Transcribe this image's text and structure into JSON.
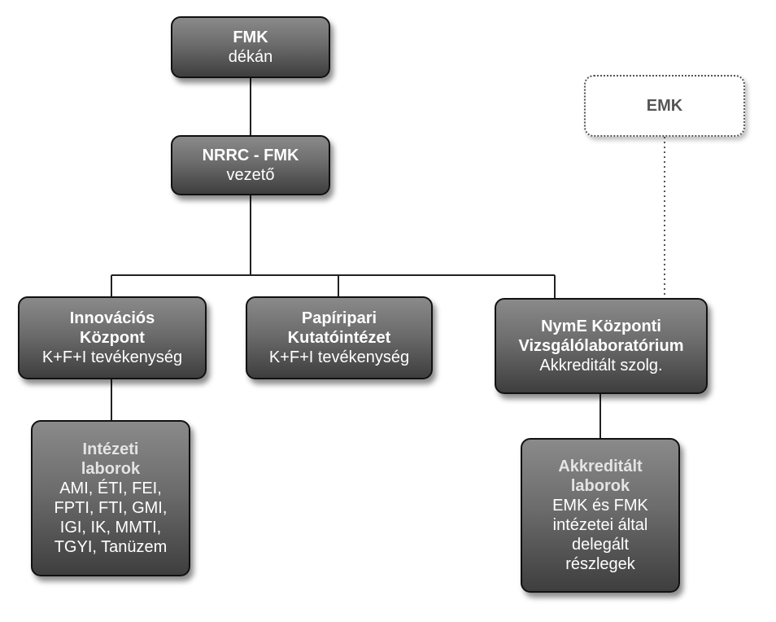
{
  "nodes": {
    "fmk": {
      "title": "FMK",
      "lines": [
        "dékán"
      ]
    },
    "nrrc": {
      "title": "NRRC - FMK",
      "lines": [
        "vezető"
      ]
    },
    "emk": {
      "title": "EMK"
    },
    "innovacios": {
      "title_lines": [
        "Innovációs",
        "Központ"
      ],
      "lines": [
        "K+F+I tevékenység"
      ]
    },
    "papiripari": {
      "title_lines": [
        "Papíripari",
        "Kutatóintézet"
      ],
      "lines": [
        "K+F+I tevékenység"
      ]
    },
    "nyme": {
      "title_lines": [
        "NymE Központi",
        "Vizsgálólaboratórium"
      ],
      "lines": [
        "Akkreditált szolg."
      ]
    },
    "intezeti": {
      "title_lines": [
        "Intézeti",
        "laborok"
      ],
      "lines": [
        "AMI, ÉTI, FEI,",
        "FPTI, FTI, GMI,",
        "IGI, IK, MMTI,",
        "TGYI, Tanüzem"
      ]
    },
    "akkreditalt": {
      "title_lines": [
        "Akkreditált",
        "laborok"
      ],
      "lines": [
        "EMK és FMK",
        "intézetei által",
        "delegált",
        "részlegek"
      ]
    }
  }
}
